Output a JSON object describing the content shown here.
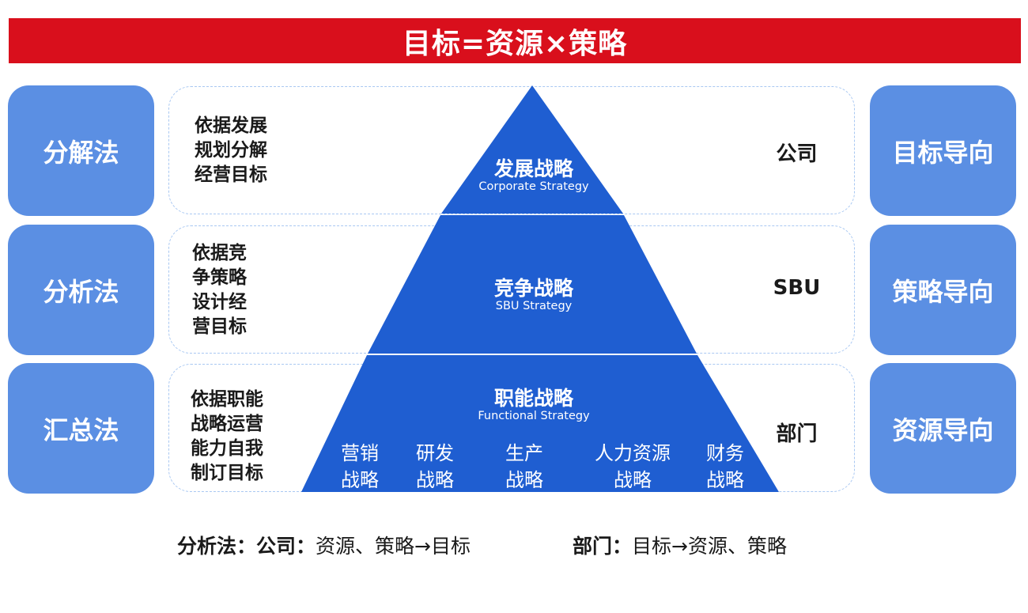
{
  "title": "目标=资源×策略",
  "left_methods": [
    "分解法",
    "分析法",
    "汇总法"
  ],
  "right_orientations": [
    "目标导向",
    "策略导向",
    "资源导向"
  ],
  "basis_texts": [
    [
      "依据发展",
      "规划分解",
      "经营目标"
    ],
    [
      "依据竞",
      "争策略",
      "设计经",
      "营目标"
    ],
    [
      "依据职能",
      "战略运营",
      "能力自我",
      "制订目标"
    ]
  ],
  "levels": [
    "公司",
    "SBU",
    "部门"
  ],
  "tiers": [
    {
      "title": "发展战略",
      "subtitle": "Corporate Strategy"
    },
    {
      "title": "竞争战略",
      "subtitle": "SBU Strategy"
    },
    {
      "title": "职能战略",
      "subtitle": "Functional Strategy"
    }
  ],
  "functional_items": [
    [
      "营销",
      "战略"
    ],
    [
      "研发",
      "战略"
    ],
    [
      "生产",
      "战略"
    ],
    [
      "人力资源",
      "战略"
    ],
    [
      "财务",
      "战略"
    ]
  ],
  "footer": {
    "left_label": "分析法：公司：",
    "left_text": "资源、策略→目标",
    "right_label": "部门：",
    "right_text": "目标→资源、策略"
  },
  "colors": {
    "title_bar": "#d90f1c",
    "side_box": "#5b8fe3",
    "pyramid": "#1f5ed1",
    "frame_border": "#a9c8f2"
  }
}
